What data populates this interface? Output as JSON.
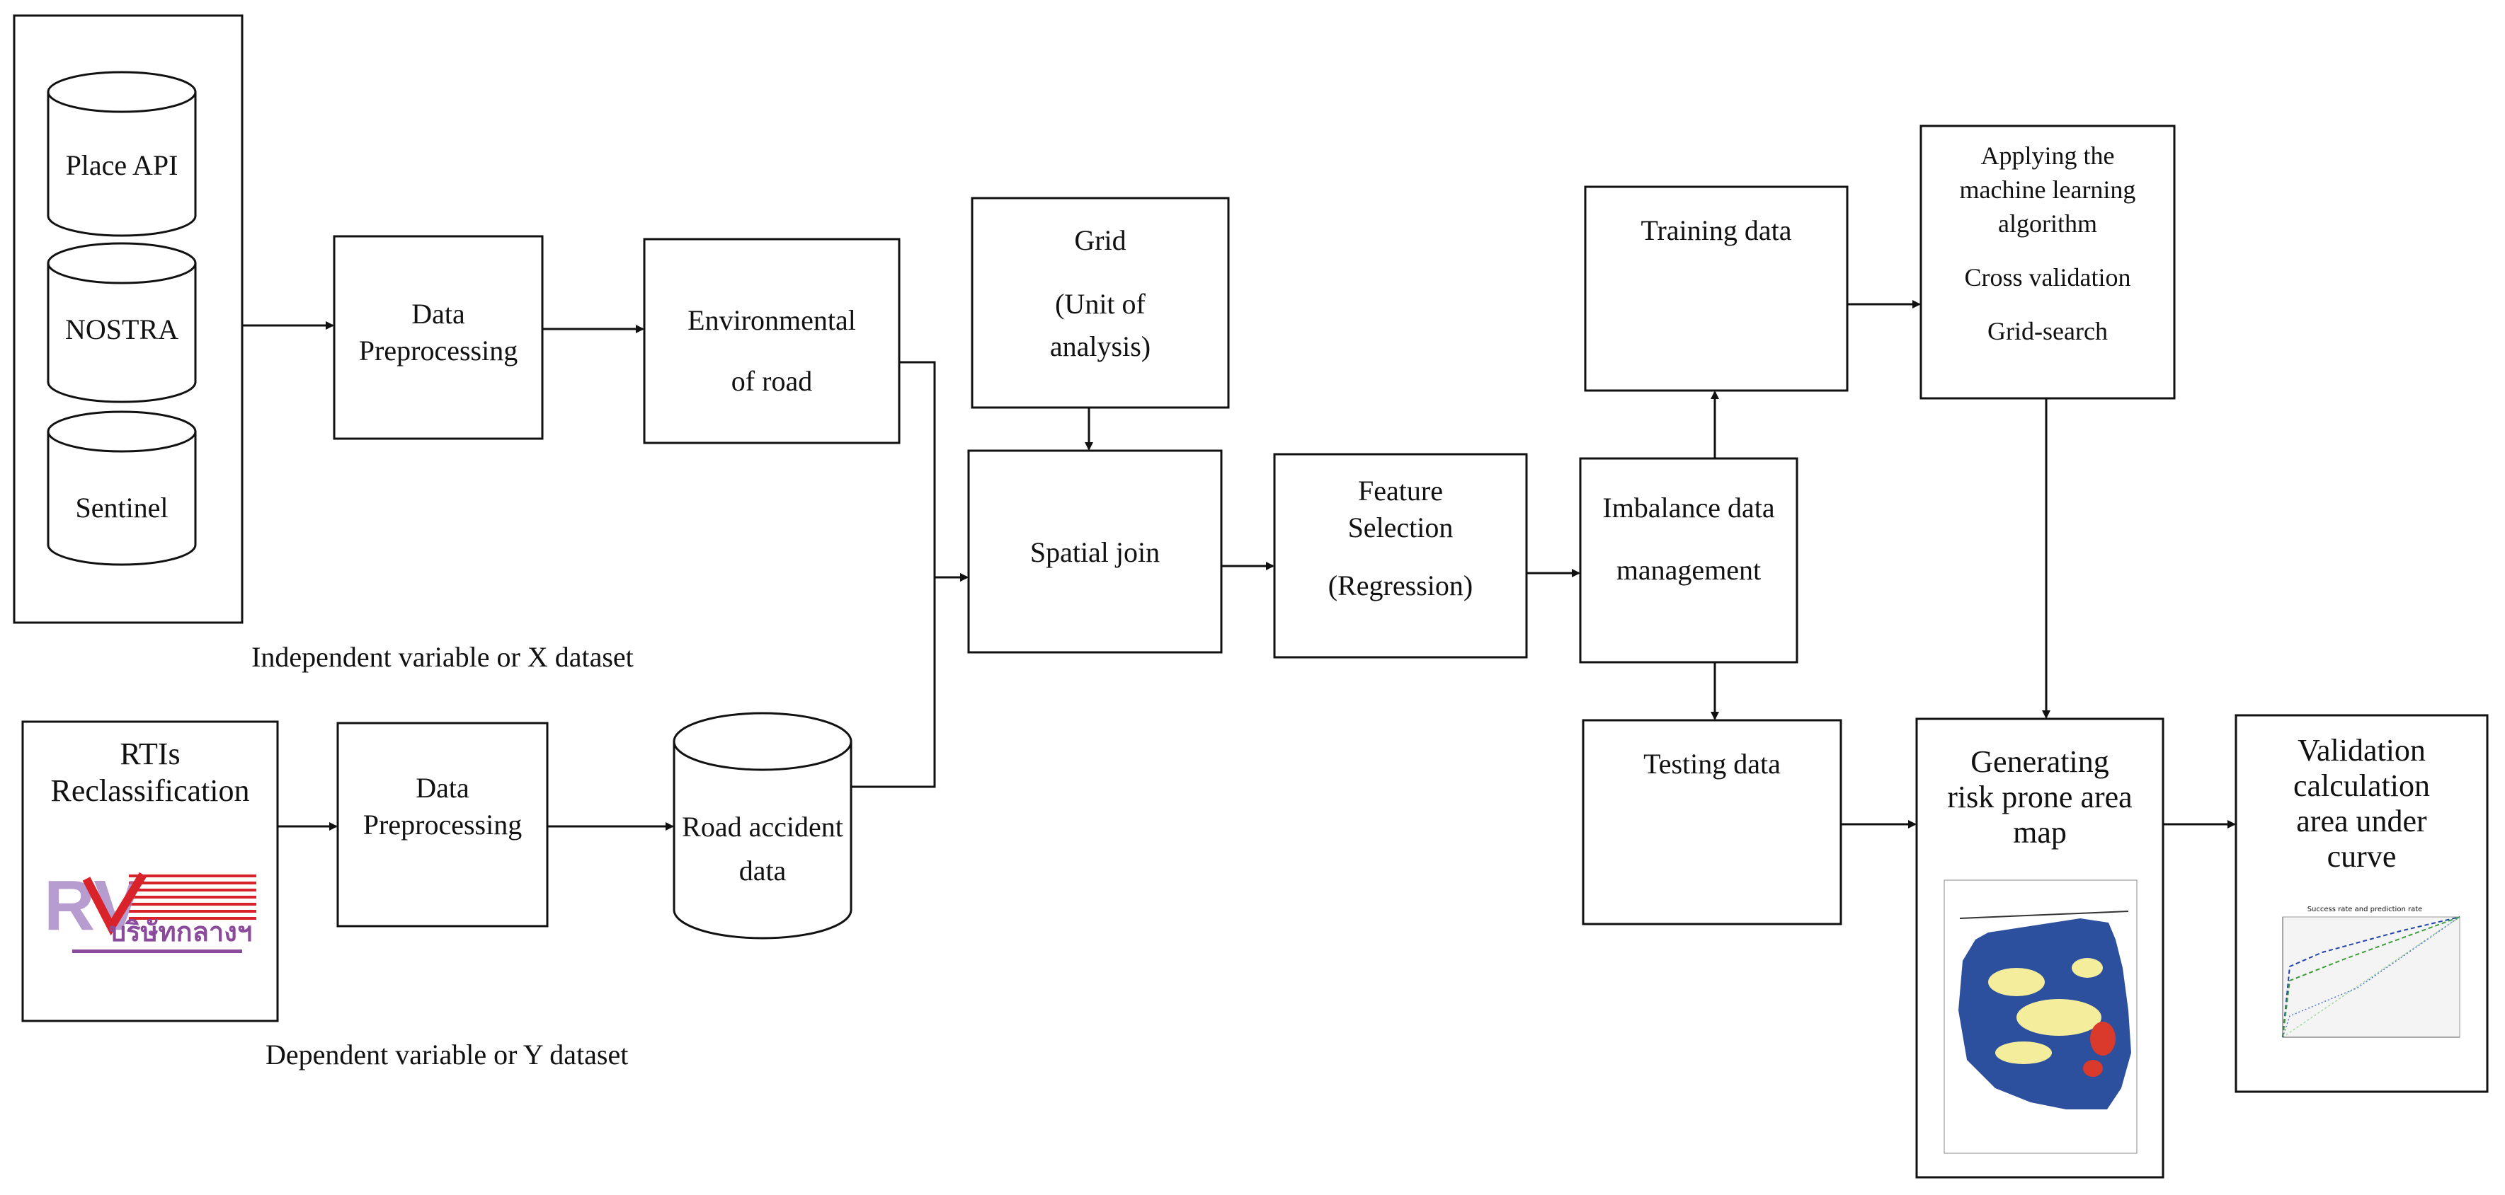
{
  "sources": {
    "place_api": "Place API",
    "nostra": "NOSTRA",
    "sentinel": "Sentinel"
  },
  "independent_caption": "Independent variable or X dataset",
  "dependent_caption": "Dependent variable or Y dataset",
  "rtis": {
    "line1": "RTIs",
    "line2": "Reclassification"
  },
  "preprocess_top": {
    "line1": "Data",
    "line2": "Preprocessing"
  },
  "preprocess_bottom": {
    "line1": "Data",
    "line2": "Preprocessing"
  },
  "environmental": {
    "line1": "Environmental",
    "line2": "of road"
  },
  "road_accident": {
    "line1": "Road accident",
    "line2": "data"
  },
  "grid": {
    "line1": "Grid",
    "line2": "(Unit of",
    "line3": "analysis)"
  },
  "spatial_join": "Spatial join",
  "feature_selection": {
    "line1": "Feature",
    "line2": "Selection",
    "line3": "(Regression)"
  },
  "imbalance": {
    "line1": "Imbalance data",
    "line2": "management"
  },
  "training": "Training data",
  "testing": "Testing data",
  "ml": {
    "line1": "Applying the",
    "line2": "machine learning",
    "line3": "algorithm",
    "line4": "Cross validation",
    "line5": "Grid-search"
  },
  "risk_map": {
    "line1": "Generating",
    "line2": "risk prone area",
    "line3": "map"
  },
  "validation": {
    "line1": "Validation",
    "line2": "calculation",
    "line3": "area under",
    "line4": "curve"
  },
  "logo_text": "บริษัทกลางฯ",
  "roc_title": "Success rate and prediction rate",
  "colors": {
    "stroke": "#111111",
    "logo_red": "#d8232a",
    "logo_purple": "#8c4a9c",
    "map_blue": "#2c4f9e",
    "map_yellow": "#f4ee9c",
    "map_red": "#d93a2b"
  }
}
